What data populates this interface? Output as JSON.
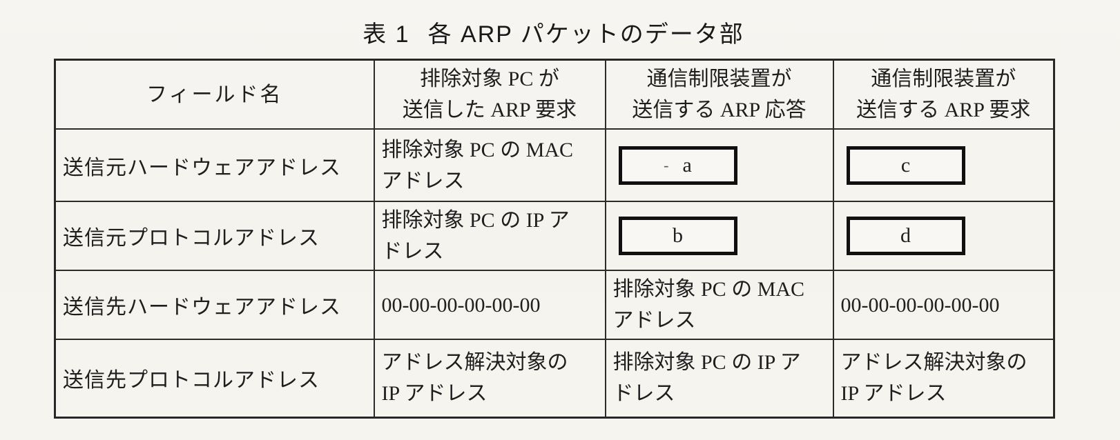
{
  "caption": {
    "label": "表 1",
    "text": "各 ARP パケットのデータ部"
  },
  "table": {
    "header": {
      "col1": [
        "フィールド名"
      ],
      "col2": [
        "排除対象 PC が",
        "送信した ARP 要求"
      ],
      "col3": [
        "通信制限装置が",
        "送信する ARP 応答"
      ],
      "col4": [
        "通信制限装置が",
        "送信する ARP 要求"
      ]
    },
    "rows": [
      {
        "field": "送信元ハードウェアアドレス",
        "cells": [
          {
            "lines": [
              "排除対象 PC の MAC",
              "アドレス"
            ]
          },
          {
            "box": "a",
            "mark": "-"
          },
          {
            "box": "c"
          }
        ]
      },
      {
        "field": "送信元プロトコルアドレス",
        "cells": [
          {
            "lines": [
              "排除対象 PC の IP ア",
              "ドレス"
            ]
          },
          {
            "box": "b"
          },
          {
            "box": "d"
          }
        ]
      },
      {
        "field": "送信先ハードウェアアドレス",
        "cells": [
          {
            "lines": [
              "00-00-00-00-00-00"
            ]
          },
          {
            "lines": [
              "排除対象 PC の MAC",
              "アドレス"
            ]
          },
          {
            "lines": [
              "00-00-00-00-00-00"
            ]
          }
        ]
      },
      {
        "field": "送信先プロトコルアドレス",
        "cells": [
          {
            "lines": [
              "アドレス解決対象の",
              "IP アドレス"
            ]
          },
          {
            "lines": [
              "排除対象 PC の IP ア",
              "ドレス"
            ]
          },
          {
            "lines": [
              "アドレス解決対象の",
              "IP アドレス"
            ]
          }
        ]
      }
    ]
  },
  "colors": {
    "paper": "#f6f4ef",
    "ink": "#1e1e1e",
    "table_line": "#2b2b2b",
    "answer_box_border": "#101010"
  }
}
